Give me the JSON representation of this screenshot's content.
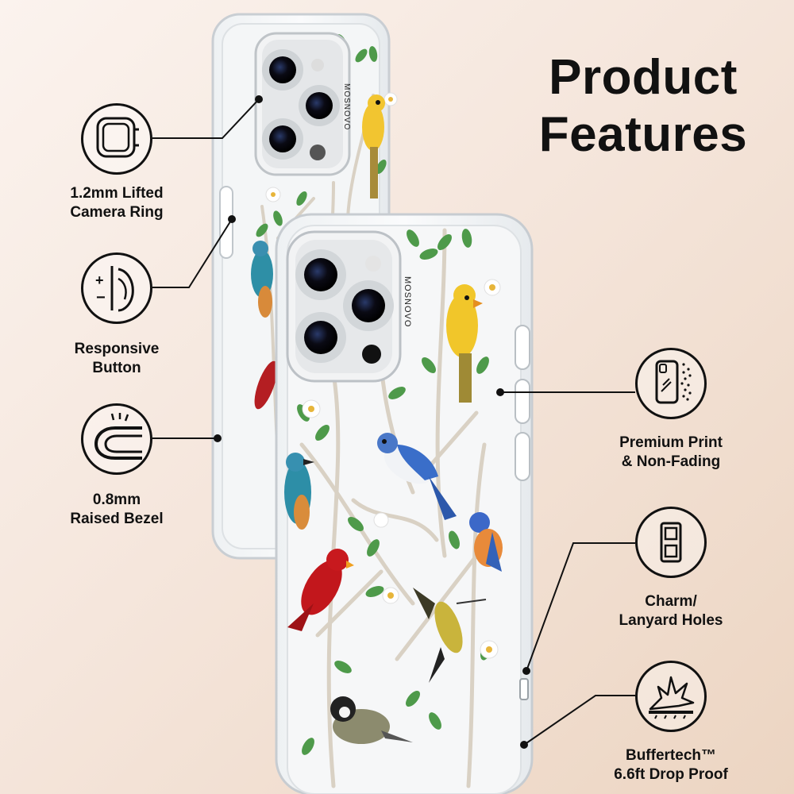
{
  "title": {
    "line1": "Product",
    "line2": "Features"
  },
  "features": {
    "camera_ring": {
      "line1": "1.2mm Lifted",
      "line2": "Camera Ring",
      "icon": "camera-ring-icon"
    },
    "responsive_button": {
      "line1": "Responsive",
      "line2": "Button",
      "icon": "button-press-icon"
    },
    "raised_bezel": {
      "line1": "0.8mm",
      "line2": "Raised Bezel",
      "icon": "bezel-icon"
    },
    "premium_print": {
      "line1": "Premium Print",
      "line2": "& Non-Fading",
      "icon": "print-spray-icon"
    },
    "lanyard_holes": {
      "line1": "Charm/",
      "line2": "Lanyard Holes",
      "icon": "lanyard-holes-icon"
    },
    "drop_proof": {
      "line1": "Buffertech™",
      "line2": "6.6ft Drop Proof",
      "icon": "shock-absorb-icon"
    }
  },
  "brand": {
    "back_phone_mark": "MOSNOVO",
    "front_phone_mark": "MOSNOVO"
  },
  "colors": {
    "background": "#f5e6dc",
    "ink": "#111111",
    "leaf_green": "#4e9a4a",
    "branch": "#d9d1c4"
  }
}
